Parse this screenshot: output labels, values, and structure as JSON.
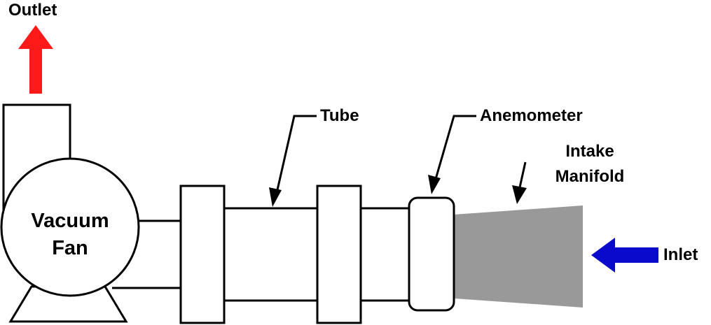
{
  "labels": {
    "outlet": "Outlet",
    "fan_line1": "Vacuum",
    "fan_line2": "Fan",
    "tube": "Tube",
    "anemometer": "Anemometer",
    "intake_line1": "Intake",
    "intake_line2": "Manifold",
    "inlet": "Inlet"
  },
  "colors": {
    "outlet_arrow": "#ff1a1a",
    "inlet_arrow": "#0a0acc",
    "manifold": "#999999",
    "stroke": "#000000"
  },
  "icons": {
    "outlet_arrow": "arrow-up-icon",
    "inlet_arrow": "arrow-left-icon"
  }
}
